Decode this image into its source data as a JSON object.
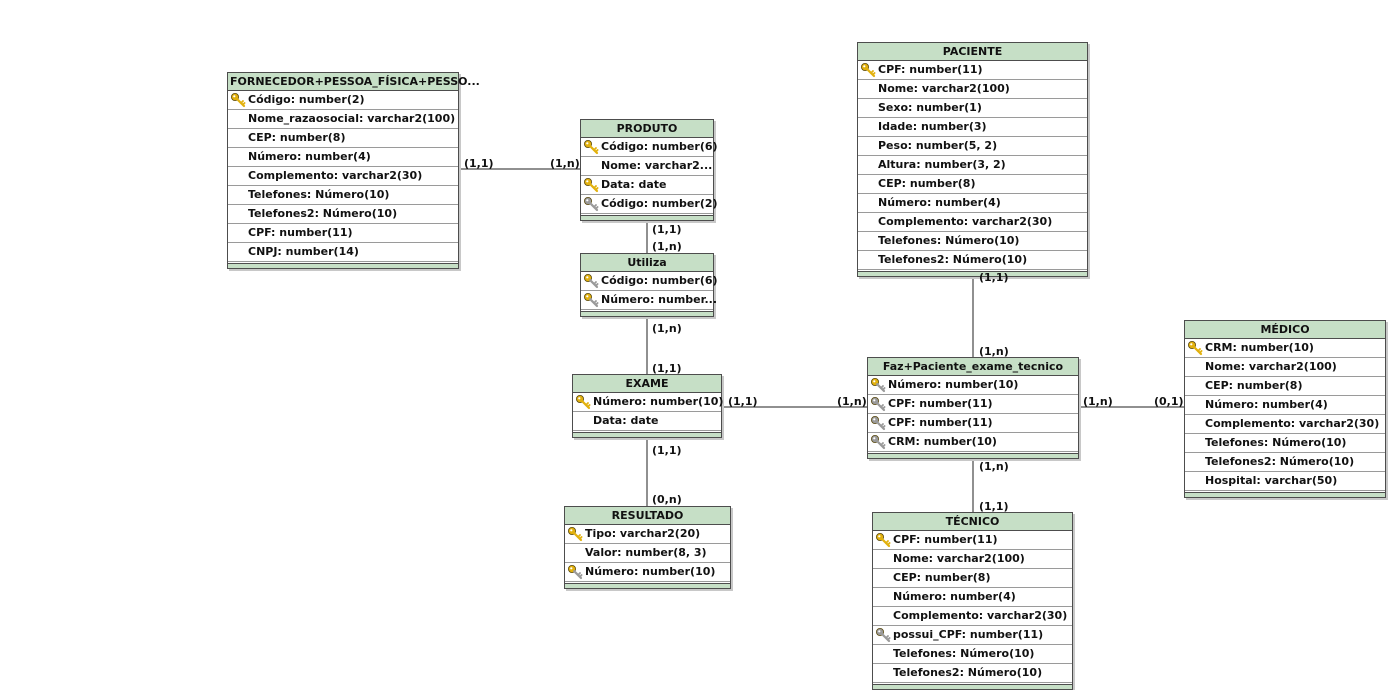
{
  "entities": {
    "fornecedor": {
      "title": "FORNECEDOR+PESSOA_FÍSICA+PESSO...",
      "rows": [
        {
          "text": "Código: number(2)",
          "key": "pk"
        },
        {
          "text": "Nome_razaosocial: varchar2(100)",
          "key": ""
        },
        {
          "text": "CEP: number(8)",
          "key": ""
        },
        {
          "text": "Número: number(4)",
          "key": ""
        },
        {
          "text": "Complemento: varchar2(30)",
          "key": ""
        },
        {
          "text": "Telefones: Número(10)",
          "key": ""
        },
        {
          "text": "Telefones2: Número(10)",
          "key": ""
        },
        {
          "text": "CPF: number(11)",
          "key": ""
        },
        {
          "text": "CNPJ: number(14)",
          "key": ""
        }
      ]
    },
    "produto": {
      "title": "PRODUTO",
      "rows": [
        {
          "text": "Código: number(6)",
          "key": "pk"
        },
        {
          "text": "Nome: varchar2...",
          "key": ""
        },
        {
          "text": "Data: date",
          "key": "pk"
        },
        {
          "text": "Código: number(2)",
          "key": "fk"
        }
      ]
    },
    "utiliza": {
      "title": "Utiliza",
      "rows": [
        {
          "text": "Código: number(6)",
          "key": "pfk"
        },
        {
          "text": "Número: number...",
          "key": "pfk"
        }
      ]
    },
    "exame": {
      "title": "EXAME",
      "rows": [
        {
          "text": "Número: number(10)",
          "key": "pk"
        },
        {
          "text": "Data: date",
          "key": ""
        }
      ]
    },
    "resultado": {
      "title": "RESULTADO",
      "rows": [
        {
          "text": "Tipo: varchar2(20)",
          "key": "pk"
        },
        {
          "text": "Valor: number(8, 3)",
          "key": ""
        },
        {
          "text": "Número: number(10)",
          "key": "pfk"
        }
      ]
    },
    "paciente": {
      "title": "PACIENTE",
      "rows": [
        {
          "text": "CPF: number(11)",
          "key": "pk"
        },
        {
          "text": "Nome: varchar2(100)",
          "key": ""
        },
        {
          "text": "Sexo: number(1)",
          "key": ""
        },
        {
          "text": "Idade: number(3)",
          "key": ""
        },
        {
          "text": "Peso: number(5, 2)",
          "key": ""
        },
        {
          "text": "Altura: number(3, 2)",
          "key": ""
        },
        {
          "text": "CEP: number(8)",
          "key": ""
        },
        {
          "text": "Número: number(4)",
          "key": ""
        },
        {
          "text": "Complemento: varchar2(30)",
          "key": ""
        },
        {
          "text": "Telefones: Número(10)",
          "key": ""
        },
        {
          "text": "Telefones2: Número(10)",
          "key": ""
        }
      ]
    },
    "faz": {
      "title": "Faz+Paciente_exame_tecnico",
      "rows": [
        {
          "text": "Número: number(10)",
          "key": "pfk"
        },
        {
          "text": "CPF: number(11)",
          "key": "fk"
        },
        {
          "text": "CPF: number(11)",
          "key": "fk"
        },
        {
          "text": "CRM: number(10)",
          "key": "fk"
        }
      ]
    },
    "medico": {
      "title": "MÉDICO",
      "rows": [
        {
          "text": "CRM: number(10)",
          "key": "pk"
        },
        {
          "text": "Nome: varchar2(100)",
          "key": ""
        },
        {
          "text": "CEP: number(8)",
          "key": ""
        },
        {
          "text": "Número: number(4)",
          "key": ""
        },
        {
          "text": "Complemento: varchar2(30)",
          "key": ""
        },
        {
          "text": "Telefones: Número(10)",
          "key": ""
        },
        {
          "text": "Telefones2: Número(10)",
          "key": ""
        },
        {
          "text": "Hospital: varchar(50)",
          "key": ""
        }
      ]
    },
    "tecnico": {
      "title": "TÉCNICO",
      "rows": [
        {
          "text": "CPF: number(11)",
          "key": "pk"
        },
        {
          "text": "Nome: varchar2(100)",
          "key": ""
        },
        {
          "text": "CEP: number(8)",
          "key": ""
        },
        {
          "text": "Número: number(4)",
          "key": ""
        },
        {
          "text": "Complemento: varchar2(30)",
          "key": ""
        },
        {
          "text": "possui_CPF: number(11)",
          "key": "fk"
        },
        {
          "text": "Telefones: Número(10)",
          "key": ""
        },
        {
          "text": "Telefones2: Número(10)",
          "key": ""
        }
      ]
    }
  },
  "cardinalities": {
    "fornecedor_side": "(1,1)",
    "produto_side_fornecedor": "(1,n)",
    "produto_side_utiliza": "(1,1)",
    "utiliza_side_produto": "(1,n)",
    "utiliza_side_exame": "(1,n)",
    "exame_side_utiliza": "(1,1)",
    "exame_side_faz": "(1,1)",
    "faz_side_exame": "(1,n)",
    "exame_side_resultado": "(1,1)",
    "resultado_side_exame": "(0,n)",
    "paciente_side_faz": "(1,1)",
    "faz_side_paciente": "(1,n)",
    "faz_side_medico": "(1,n)",
    "medico_side_faz": "(0,1)",
    "faz_side_tecnico": "(1,n)",
    "tecnico_side_faz": "(1,1)"
  },
  "icons": {
    "pk": "gold-key-icon",
    "fk": "gray-key-icon",
    "pfk": "gold-gray-key-icon"
  },
  "colors": {
    "header": "#c6dfc6",
    "border": "#4d4d4d",
    "pk_key": "#e2b10e",
    "fk_key": "#9a9a9a"
  }
}
